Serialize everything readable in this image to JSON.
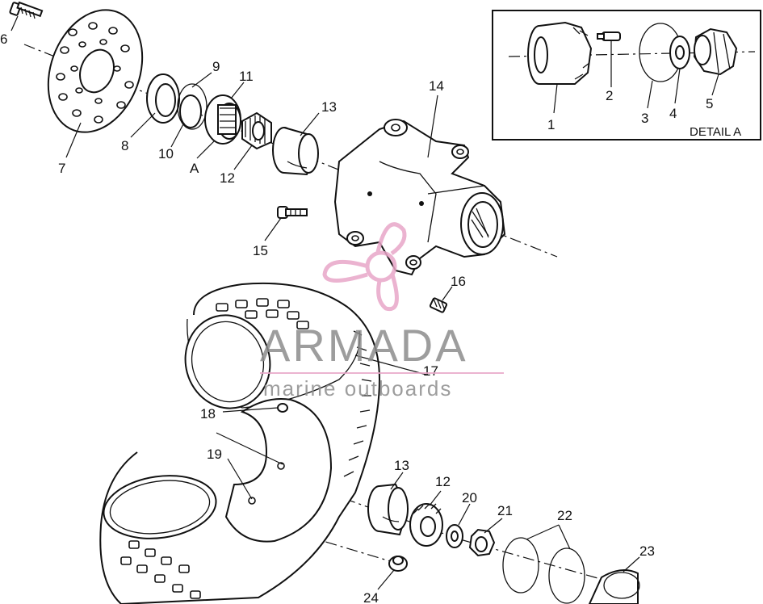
{
  "detail_box": {
    "title": "DETAIL A",
    "labels": [
      "1",
      "2",
      "3",
      "4",
      "5"
    ]
  },
  "callouts": {
    "c6": "6",
    "c7": "7",
    "c8": "8",
    "c9": "9",
    "c10": "10",
    "c11": "11",
    "cA": "A",
    "c12a": "12",
    "c13a": "13",
    "c14": "14",
    "c15": "15",
    "c16": "16",
    "c17": "17",
    "c18": "18",
    "c19": "19",
    "c13b": "13",
    "c12b": "12",
    "c20": "20",
    "c21": "21",
    "c22": "22",
    "c23": "23",
    "c24": "24"
  },
  "watermark": {
    "brand": "ARMADA",
    "tagline": "marine outboards",
    "color": "#e8a6c8"
  }
}
